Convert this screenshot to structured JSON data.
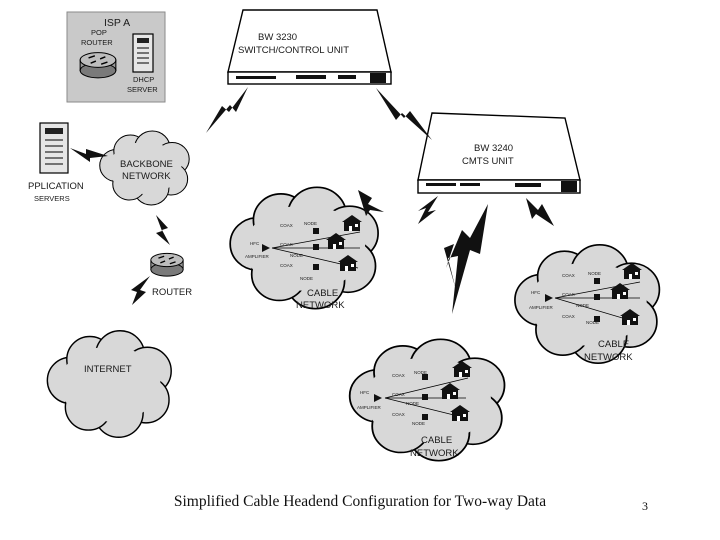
{
  "diagram": {
    "isp": {
      "title": "ISP A",
      "pop_router_line1": "POP",
      "pop_router_line2": "ROUTER",
      "dhcp_line1": "DHCP",
      "dhcp_line2": "SERVER"
    },
    "bw3230": {
      "line1": "BW 3230",
      "line2": "SWITCH/CONTROL UNIT"
    },
    "bw3240": {
      "line1": "BW 3240",
      "line2": "CMTS UNIT"
    },
    "backbone": {
      "line1": "BACKBONE",
      "line2": "NETWORK"
    },
    "app_servers": {
      "line1": "PPLICATION",
      "line2": "SERVERS"
    },
    "router": {
      "label": "ROUTER"
    },
    "internet": {
      "label": "INTERNET"
    },
    "cable_network": {
      "line1": "CABLE",
      "line2": "NETWORK"
    },
    "detail_labels": {
      "coax": "COAX",
      "node": "NODE",
      "hfc": "HFC",
      "amplifier": "AMPLIFIER"
    }
  },
  "caption": "Simplified Cable Headend Configuration for Two-way Data",
  "page_number": "3",
  "colors": {
    "cloud_fill": "#d8d8d8",
    "box_fill": "#cfcfcf",
    "line": "#111111"
  }
}
